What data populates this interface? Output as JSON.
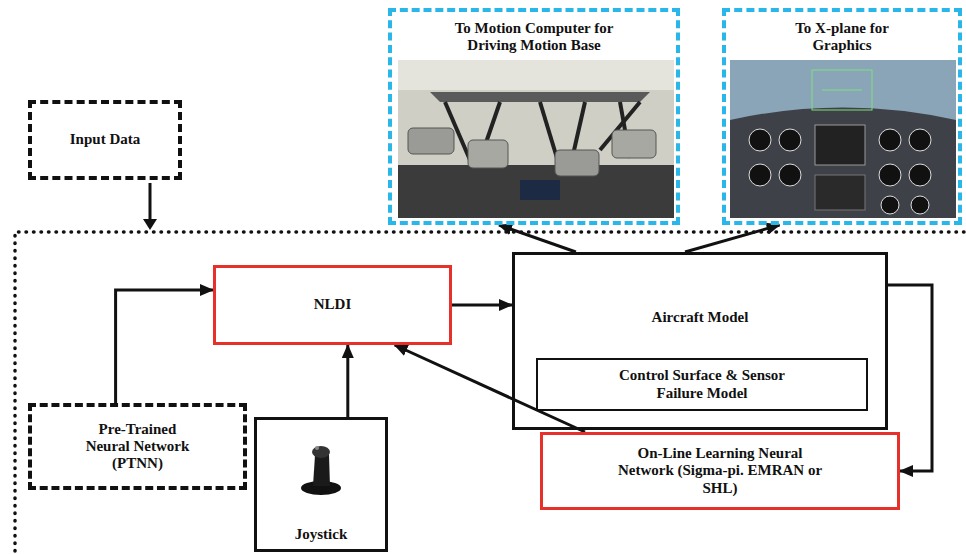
{
  "diagram": {
    "nodes": [
      {
        "text": [
          "Input Data"
        ]
      },
      {
        "text": [
          "To Motion Computer for Driving Motion Base"
        ]
      },
      {
        "text": [
          "To X-plane for Graphics"
        ]
      },
      {
        "text": [
          "NLDI"
        ]
      },
      {
        "text": [
          "Aircraft Model"
        ]
      },
      {
        "text": [
          "Control Surface & Sensor Failure Model"
        ],
        "in": 4
      },
      {
        "text": [
          "Pre-Trained Neural Network (PTNN)"
        ]
      },
      {
        "text": [
          "Joystick"
        ]
      },
      {
        "text": [
          "On-Line Learning Neural Network (Sigma-pi. EMRAN or SHL)"
        ]
      }
    ],
    "edges": [
      {
        "from": 4,
        "to": 1,
        "arrow": "to"
      },
      {
        "from": 4,
        "to": 2,
        "arrow": "to"
      },
      {
        "from": 3,
        "to": 4,
        "arrow": "to"
      },
      {
        "from": 6,
        "to": 3,
        "arrow": "to"
      },
      {
        "from": 7,
        "to": 3,
        "arrow": "to"
      },
      {
        "from": 4,
        "to": 8,
        "arrow": "to"
      },
      {
        "from": 8,
        "to": 3,
        "arrow": "to"
      }
    ]
  }
}
